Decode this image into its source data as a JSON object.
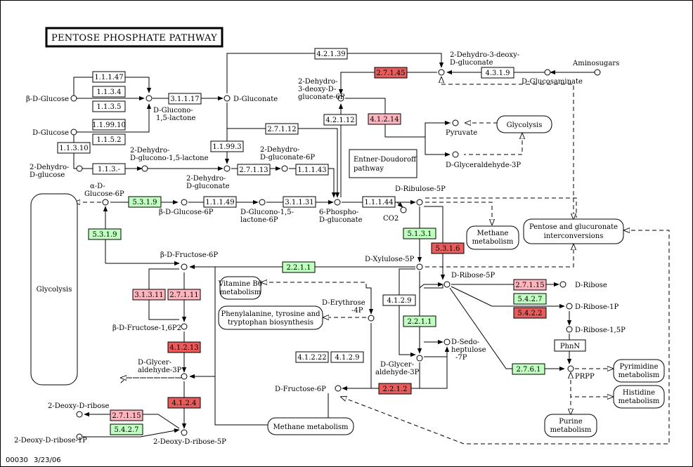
{
  "title": "PENTOSE PHOSPHATE PATHWAY",
  "footer": {
    "map_id": "00030",
    "date": "3/23/06"
  },
  "colors": {
    "white": "#ffffff",
    "green": "#bfffbf",
    "pink": "#ffb3bd",
    "red": "#e95a5a",
    "line": "#000000"
  },
  "enzymes": {
    "e_11147": "1.1.1.47",
    "e_1134": "1.1.3.4",
    "e_1135": "1.1.3.5",
    "e_119910": "1.1.99.10",
    "e_1152": "1.1.5.2",
    "e_11310": "1.1.3.10",
    "e_113dash": "1.1.3.-",
    "e_31117": "3.1.1.17",
    "e_42139": "4.2.1.39",
    "e_2715_top": "2.7.1.45",
    "e_4319": "4.3.1.9",
    "e_42112": "4.2.1.12",
    "e_41214": "4.1.2.14",
    "e_27112": "2.7.1.12",
    "e_11993": "1.1.99.3",
    "e_27113": "2.7.1.13",
    "e_11143": "1.1.1.43",
    "e_5319a": "5.3.1.9",
    "e_11149": "1.1.1.49",
    "e_31131": "3.1.1.31",
    "e_11144": "1.1.1.44",
    "e_5319b": "5.3.1.9",
    "e_5131": "5.1.3.1",
    "e_5316": "5.3.1.6",
    "e_2211a": "2.2.1.1",
    "e_31311": "3.1.3.11",
    "e_27111": "2.7.1.11",
    "e_27115a": "2.7.1.15",
    "e_5427a": "5.4.2.7",
    "e_5422": "5.4.2.2",
    "e_4129a": "4.1.2.9",
    "e_2211b": "2.2.1.1",
    "e_41213": "4.1.2.13",
    "e_41222": "4.1.2.22",
    "e_4129b": "4.1.2.9",
    "e_2212": "2.2.1.2",
    "e_2761": "2.7.6.1",
    "e_4124": "4.1.2.4",
    "e_27115b": "2.7.1.15",
    "e_5427b": "5.4.2.7",
    "e_phnn": "PhnN"
  },
  "compounds": {
    "b_glucose": "β-D-Glucose",
    "d_glucose": "D-Glucose",
    "dehydro_glucose_1": "2-Dehydro-",
    "dehydro_glucose_2": "D-glucose",
    "glucono_lactone_1": "D-Glucono-",
    "glucono_lactone_2": "1,5-lactone",
    "d_gluconate": "D-Gluconate",
    "kdg_1": "2-Dehydro-3-deoxy-",
    "kdg_2": "D-gluconate",
    "d_glucosaminate": "D-Glucosaminate",
    "aminosugars": "Aminosugars",
    "kdpg_1": "2-Dehydro-",
    "kdpg_2": "3-deoxy-D-",
    "kdpg_3": "gluconate-6P",
    "pyruvate": "Pyruvate",
    "d_glyceraldehyde_3p": "D-Glyceraldehyde-3P",
    "dhgl_1": "2-Dehydro-",
    "dhgl_2": "D-glucono-1,5-lactone",
    "dhg_1": "2-Dehydro-",
    "dhg_2": "D-gluconate",
    "dhg6p_1": "2-Dehydro-",
    "dhg6p_2": "D-gluconate-6P",
    "a_g6p_1": "α-D-",
    "a_g6p_2": "Glucose-6P",
    "b_g6p": "β-D-Glucose-6P",
    "glucono_6p_1": "D-Glucono-1,5-",
    "glucono_6p_2": "lactone-6P",
    "pg6_1": "6-Phospho-",
    "pg6_2": "D-gluconate",
    "ribulose_5p": "D-Ribulose-5P",
    "co2": "CO2",
    "b_f6p": "β-D-Fructose-6P",
    "xylulose_5p": "D-Xylulose-5P",
    "ribose_5p": "D-Ribose-5P",
    "d_ribose": "D-Ribose",
    "ribose_1p": "D-Ribose-1P",
    "ribose_15p": "D-Ribose-1,5P",
    "erythrose_1": "D-Erythrose",
    "erythrose_2": "-4P",
    "fbp": "β-D-Fructose-1,6P2",
    "gap_left_1": "D-Glycer-",
    "gap_left_2": "aldehyde-3P",
    "gap_mid_1": "D-Glycer-",
    "gap_mid_2": "aldehyde-3P",
    "sedo_1": "D-Sedo-",
    "sedo_2": "heptulose",
    "sedo_3": "-7P",
    "d_f6p": "D-Fructose-6P",
    "prpp": "PRPP",
    "deoxyribose": "2-Deoxy-D-ribose",
    "deoxyribose_1p": "2-Deoxy-D-ribose-1P",
    "deoxyribose_5p": "2-Deoxy-D-ribose-5P"
  },
  "maps": {
    "glycolysis_top": "Glycolysis",
    "entner_1": "Entner-Doudoroff",
    "entner_2": "pathway",
    "glycolysis_left": "Glycolysis",
    "methane_1": "Methane",
    "methane_2": "metabolism",
    "pentose_1": "Pentose and glucuronate",
    "pentose_2": "interconversions",
    "vitb6_1": "Vitamine B6",
    "vitb6_2": "metabolism",
    "phe_1": "Phenylalanine, tyrosine and",
    "phe_2": "tryptophan biosynthesis",
    "pyrimidine_1": "Pyrimidine",
    "pyrimidine_2": "metabolism",
    "histidine_1": "Histidine",
    "histidine_2": "metabolism",
    "purine_1": "Purine",
    "purine_2": "metabolism",
    "methane_bottom": "Methane metabolism"
  }
}
